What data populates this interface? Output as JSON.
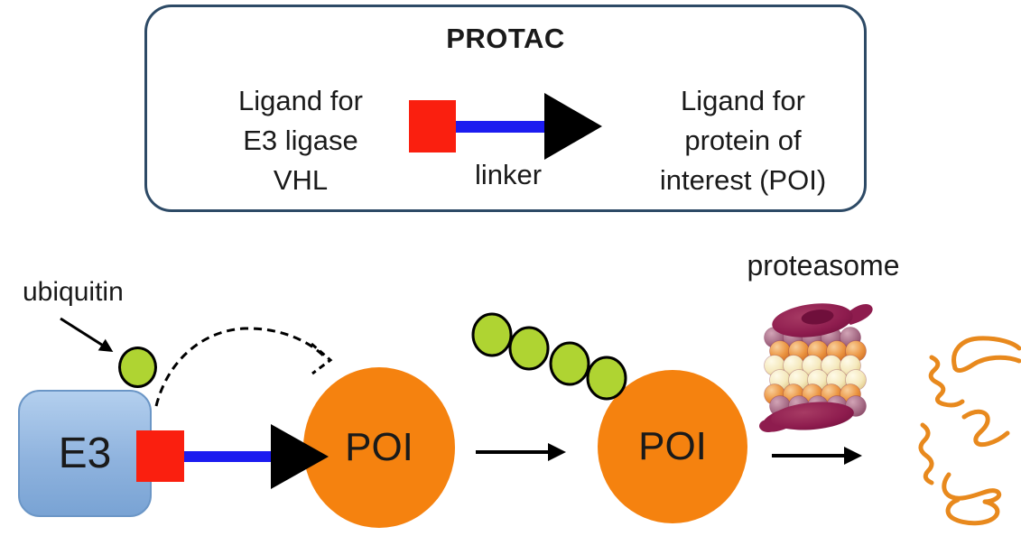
{
  "legend": {
    "title": "PROTAC",
    "e3_ligand_text": "Ligand for\nE3 ligase\nVHL",
    "linker_label": "linker",
    "poi_ligand_text": "Ligand for\nprotein of\ninterest (POI)"
  },
  "mechanism": {
    "ubiquitin_label": "ubiquitin",
    "e3_label": "E3",
    "poi_ternary_label": "POI",
    "poi_polyub_label": "POI",
    "proteasome_label": "proteasome"
  },
  "icons": {
    "vhl_ligand_square": "red-square-icon",
    "linker_bar": "blue-bar-icon",
    "poi_ligand_arrowhead": "black-arrowhead-icon",
    "ubiquitin_circle": "green-circle-icon",
    "ubiquitin_pointer": "black-arrow-icon",
    "ubiquitin_transfer": "dashed-curved-arrow-icon",
    "polyubiquitin_chain": "four-green-circles-icon",
    "step_arrows": "black-right-arrow-icon",
    "proteasome": "sphere-barrel-icon",
    "degraded_peptides": "orange-squiggles-icon"
  },
  "colors": {
    "legend_border": "#2d4a66",
    "ligand_red": "#fa1f0f",
    "linker_blue": "#1c1cf0",
    "ubiquitin_green": "#afd432",
    "poi_orange": "#f5820f",
    "e3_fill_top": "#b3cfee",
    "e3_fill_bottom": "#79a3d4",
    "e3_border": "#6b96c6",
    "proteasome_maroon": "#8e1c4e",
    "proteasome_mauve": "#a76d87",
    "proteasome_sphere_orange": "#eb9440",
    "proteasome_cream": "#f5e9bd",
    "peptide_orange": "#e8891d",
    "text": "#1a1a1a",
    "background": "#ffffff"
  }
}
